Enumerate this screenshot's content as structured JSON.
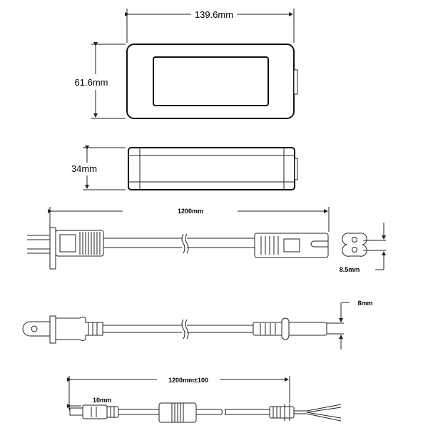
{
  "top_view": {
    "width_label": "139.6mm",
    "height_label": "61.6mm"
  },
  "side_view": {
    "thickness_label": "34mm"
  },
  "ac_cable_c7": {
    "length_label": "1200mm",
    "connector_label": "8.5mm"
  },
  "ac_cable_side": {
    "connector_label": "8mm"
  },
  "dc_cable": {
    "length_label": "1200mm±100",
    "plug_label": "10mm"
  }
}
